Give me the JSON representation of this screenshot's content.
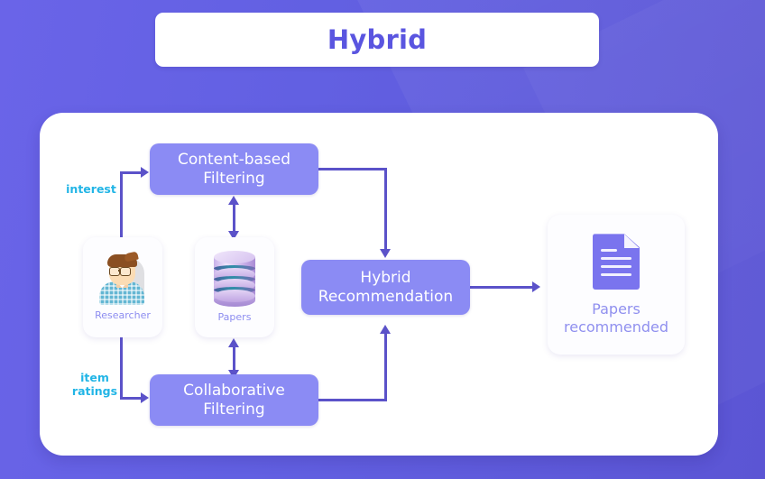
{
  "title": {
    "text": "Hybrid"
  },
  "colors": {
    "background": "#6260e2",
    "panel": "#ffffff",
    "box_fill": "#8b8bf4",
    "box_text": "#ffffff",
    "arrow": "#5b52c9",
    "edge_label": "#22b5e6",
    "entity_label": "#8d8df0",
    "title_text": "#5a55e0"
  },
  "diagram": {
    "boxes": [
      {
        "id": "content-based",
        "label": "Content-based\nFiltering",
        "line1": "Content-based",
        "line2": "Filtering"
      },
      {
        "id": "collaborative",
        "label": "Collaborative\nFiltering",
        "line1": "Collaborative",
        "line2": "Filtering"
      },
      {
        "id": "hybrid-recommendation",
        "label": "Hybrid\nRecommendation",
        "line1": "Hybrid",
        "line2": "Recommendation"
      }
    ],
    "entities": [
      {
        "id": "researcher",
        "label": "Researcher",
        "icon": "person-icon"
      },
      {
        "id": "papers",
        "label": "Papers",
        "icon": "database-icon"
      },
      {
        "id": "papers-recommended",
        "line1": "Papers",
        "line2": "recommended",
        "icon": "document-icon"
      }
    ],
    "edge_labels": [
      {
        "id": "interest",
        "text": "interest"
      },
      {
        "id": "item-ratings",
        "line1": "item",
        "line2": "ratings"
      }
    ]
  }
}
